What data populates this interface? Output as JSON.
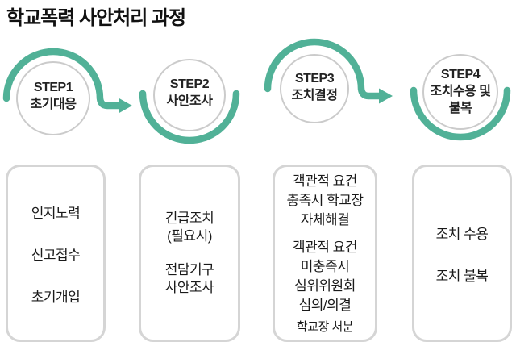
{
  "title": "학교폭력 사안처리 과정",
  "colors": {
    "accent_teal": "#51b197",
    "circle_gray": "#cbcbcb",
    "box_border": "#d5d5d5",
    "text": "#1a1a1a"
  },
  "steps": [
    {
      "step": "STEP1",
      "name_lines": [
        "초기대응"
      ]
    },
    {
      "step": "STEP2",
      "name_lines": [
        "사안조사"
      ]
    },
    {
      "step": "STEP3",
      "name_lines": [
        "조치결정"
      ]
    },
    {
      "step": "STEP4",
      "name_lines": [
        "조치수용 및",
        "불복"
      ]
    }
  ],
  "boxes": [
    {
      "lines": [
        "인지노력",
        "신고접수",
        "초기개입"
      ]
    },
    {
      "groups": [
        [
          "긴급조치",
          "(필요시)"
        ],
        [
          "전담기구",
          "사안조사"
        ]
      ]
    },
    {
      "self_resolution": [
        "객관적 요건",
        "충족시 학교장",
        "자체해결"
      ],
      "committee": [
        "객관적 요건",
        "미충족시",
        "심위위원회",
        "심의/의결"
      ],
      "footer": "학교장 처분"
    },
    {
      "lines": [
        "조치 수용",
        "조치 불복"
      ]
    }
  ]
}
